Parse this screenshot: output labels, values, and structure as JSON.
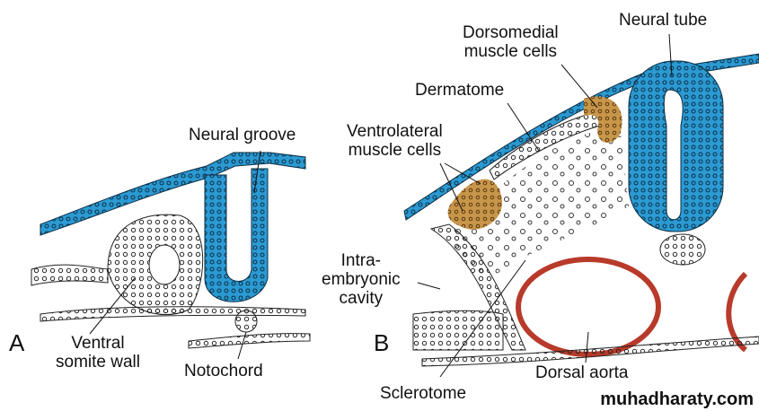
{
  "panel_a": {
    "letter": "A",
    "labels": {
      "neural_groove": "Neural groove",
      "ventral_somite_wall": [
        "Ventral",
        "somite wall"
      ],
      "notochord": "Notochord"
    }
  },
  "panel_b": {
    "letter": "B",
    "labels": {
      "neural_tube": "Neural tube",
      "dorsomedial": [
        "Dorsomedial",
        "muscle cells"
      ],
      "dermatome": "Dermatome",
      "ventrolateral": [
        "Ventrolateral",
        "muscle cells"
      ],
      "intraembryonic": [
        "Intra-",
        "embryonic",
        "cavity"
      ],
      "sclerotome": "Sclerotome",
      "dorsal_aorta": "Dorsal aorta"
    }
  },
  "colors": {
    "ectoderm": "#2b9ad3",
    "muscle": "#c8964a",
    "aorta": "#b83a2a"
  },
  "watermark": "muhadharaty.com"
}
